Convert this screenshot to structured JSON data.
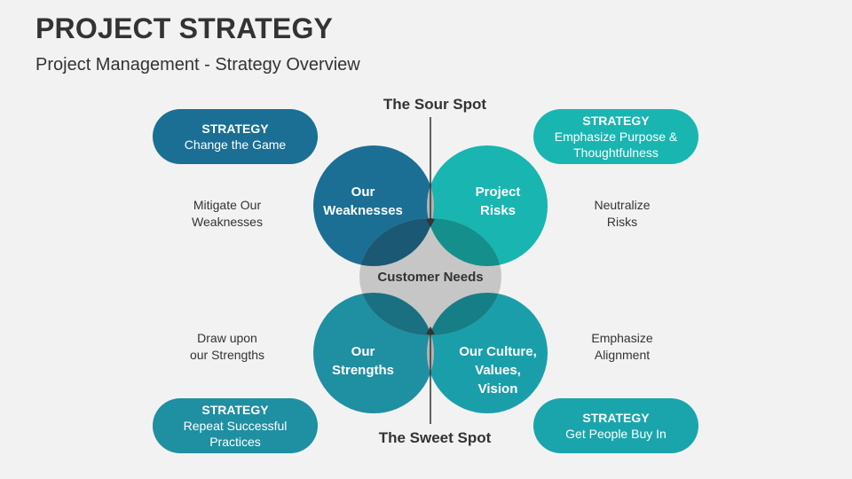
{
  "header": {
    "title": "PROJECT STRATEGY",
    "subtitle": "Project Management - Strategy Overview"
  },
  "spots": {
    "top": "The Sour Spot",
    "bottom": "The Sweet Spot"
  },
  "circles": {
    "weaknesses": "Our\nWeaknesses",
    "risks": "Project\nRisks",
    "customer": "Customer Needs",
    "strengths": "Our\nStrengths",
    "culture": "Our Culture,\nValues,\nVision"
  },
  "strategies": {
    "top_left": {
      "heading": "STRATEGY",
      "text": "Change the Game"
    },
    "top_right": {
      "heading": "STRATEGY",
      "text": "Emphasize Purpose & Thoughtfulness"
    },
    "bottom_left": {
      "heading": "STRATEGY",
      "text": "Repeat Successful Practices"
    },
    "bottom_right": {
      "heading": "STRATEGY",
      "text": "Get People Buy In"
    }
  },
  "side_notes": {
    "top_left": "Mitigate Our\nWeaknesses",
    "top_right": "Neutralize\nRisks",
    "bottom_left": "Draw upon\nour Strengths",
    "bottom_right": "Emphasize\nAlignment"
  },
  "colors": {
    "dark_blue": "#1b6f94",
    "teal": "#19b5b1",
    "mid_teal": "#1f8fa2",
    "gray": "#c6c6c6",
    "text": "#333333"
  }
}
